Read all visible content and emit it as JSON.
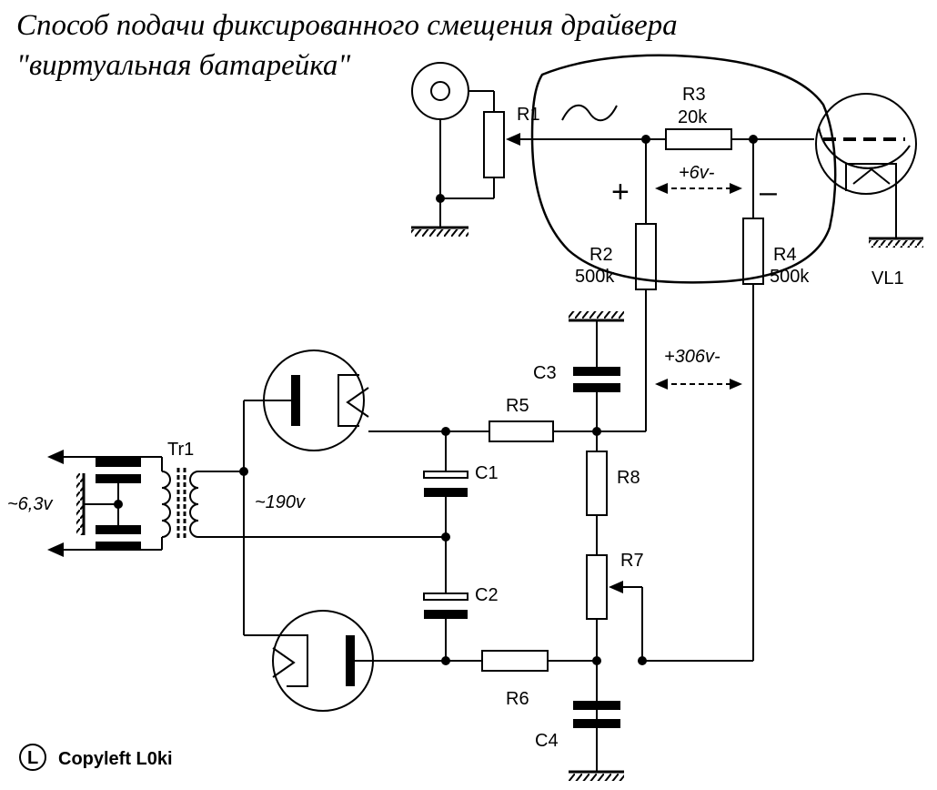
{
  "title": {
    "line1": "Способ подачи фиксированного смещения драйвера",
    "line2": "\"виртуальная батарейка\""
  },
  "components": {
    "r1": "R1",
    "r2": "R2",
    "r2_value": "500k",
    "r3": "R3",
    "r3_value": "20k",
    "r4": "R4",
    "r4_value": "500k",
    "r5": "R5",
    "r6": "R6",
    "r7": "R7",
    "r8": "R8",
    "c1": "C1",
    "c2": "C2",
    "c3": "C3",
    "c4": "C4",
    "tr1": "Tr1",
    "vl1": "VL1"
  },
  "annotations": {
    "plus": "+",
    "minus": "–",
    "v6": "+6v-",
    "v306": "+306v-",
    "v190": "~190v",
    "v63": "~6,3v"
  },
  "copyright": {
    "symbol": "L",
    "text": "Copyleft L0ki"
  }
}
